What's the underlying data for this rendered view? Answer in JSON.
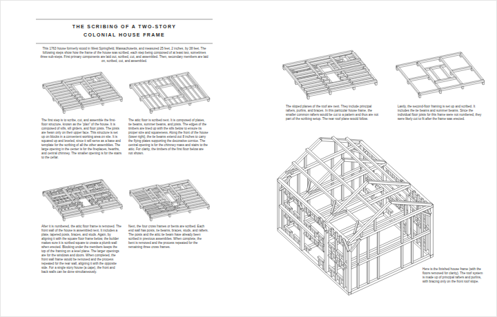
{
  "diagram": {
    "title": "THE SCRIBING OF A TWO-STORY COLONIAL HOUSE FRAME",
    "labels": [
      "This 1763 house formerly stood in West Springfield, Massachusetts, and measured 25 feet, 2 inches, by 38 feet. The following steps show how the frame of the house was scribed, each step being composed of at least two, sometimes three sub-steps. First primary components are laid out, scribed, cut, and assembled. Then, secondary members are laid on, scribed, cut, and assembled.",
      "The first step is to scribe, cut, and assemble the first-floor structure, known as the “plan” of the house. It is composed of sills, sill girders, and floor joists. The joists are hewn only on their upper face. This structure is set up on blocks in a convenient working area on site. It is squared up and leveled, since it will serve as a base and template for the scribing of all the other assemblies. The large opening in the center is for the fireplaces, hearths, and central chimney. The smaller opening is for the stairs to the cellar.",
      "The attic floor is scribed next. It is composed of plates, tie beams, summer beams, and joists. The edges of the timbers are lined up with the sills below to ensure its proper size and squareness. Along the front of the house (lower right), the tie beams extend out 8 inches to carry the flying plates supporting the decorative cornice. The central opening is for the chimney mass and stairs to the attic. For clarity, the timbers of the first floor below are not shown.",
      "After it is numbered, the attic floor frame is removed. The front wall of the house is assembled next. It includes a plate, tapered posts, braces, and studs. Again, by aligning it with the square floor frame below, the builder makes sure it is scribed square to create a plumb wall when erected. Blocking under the members keeps the top of the framing on a level plane. The larger openings are for the windows and doors. When completed, the front wall frame would be removed and the process repeated for the rear wall, aligning it with the opposite side. For a single story house (a cape), the front and back walls can be done simultaneously.",
      "Next, the four cross frames or bents are scribed. Each end wall has posts, tie beams, braces, studs, and rafters. The posts and the attic tie beam have already been scribed in previous assemblies. When complete, the bent is removed and the process repeated for the remaining three cross frames.",
      "The sloped planes of the roof are next. They include principal rafters, purlins, and braces. In this particular house frame, the smaller common rafters would be cut to a pattern and thus are not part of the scribing setup. The rear roof plane would follow.",
      "Lastly, the second-floor framing is set up and scribed. It includes the tie beams and summer beams. Since the individual floor joists for this frame were not numbered, they were likely cut to fit after the frame was erected.",
      "Here is the finished house frame (with the floors removed for clarity). The roof system is made up of principal rafters and purlins, with bracing only on the front roof slope."
    ]
  }
}
